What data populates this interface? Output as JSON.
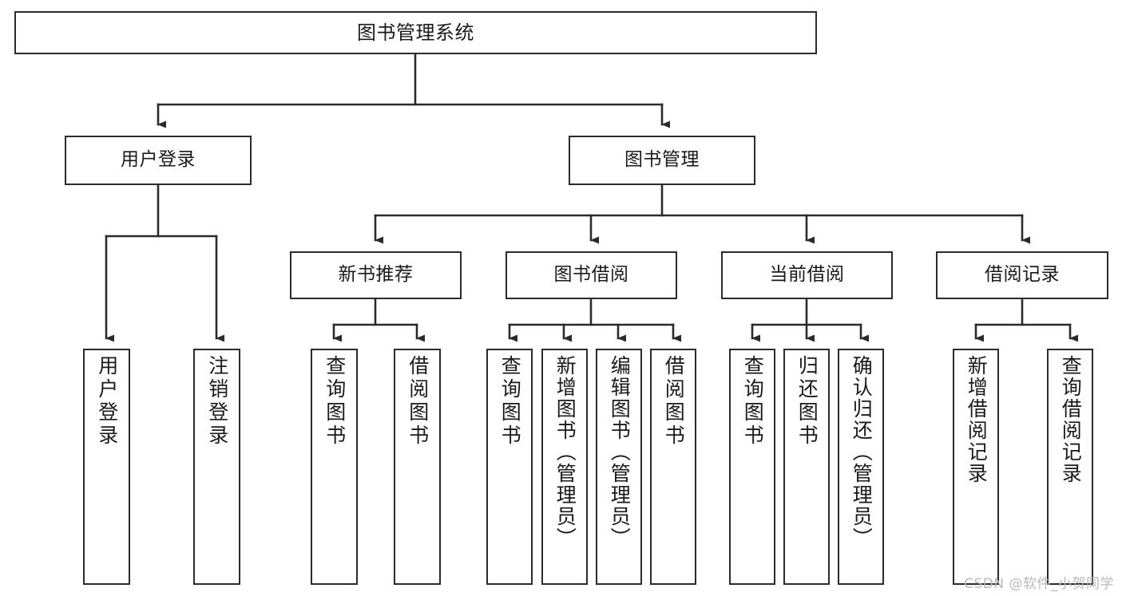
{
  "diagram": {
    "title": "图书管理系统",
    "type": "tree-hierarchy-chart",
    "colors": {
      "box_border": "#2b2b2b",
      "box_fill": "#ffffff",
      "edge": "#2b2b2b",
      "text": "#1a1a1a",
      "watermark": "#b9b9b9",
      "background": "#ffffff"
    }
  },
  "nodes": {
    "root": {
      "label": "图书管理系统"
    },
    "level2": [
      {
        "label": "用户登录"
      },
      {
        "label": "图书管理"
      }
    ],
    "level3": [
      {
        "label": "新书推荐"
      },
      {
        "label": "图书借阅"
      },
      {
        "label": "当前借阅"
      },
      {
        "label": "借阅记录"
      }
    ],
    "leaves": {
      "user_login": [
        {
          "label": "用户登录"
        },
        {
          "label": "注销登录"
        }
      ],
      "new_book_rec": [
        {
          "label": "查询图书"
        },
        {
          "label": "借阅图书"
        }
      ],
      "book_borrow": [
        {
          "label": "查询图书"
        },
        {
          "label": "新增图书（管理员）"
        },
        {
          "label": "编辑图书（管理员）"
        },
        {
          "label": "借阅图书"
        }
      ],
      "current_borrow": [
        {
          "label": "查询图书"
        },
        {
          "label": "归还图书"
        },
        {
          "label": "确认归还（管理员）"
        }
      ],
      "borrow_record": [
        {
          "label": "新增借阅记录"
        },
        {
          "label": "查询借阅记录"
        }
      ]
    }
  },
  "watermark": {
    "text": "CSDN @软件_小贺同学"
  }
}
